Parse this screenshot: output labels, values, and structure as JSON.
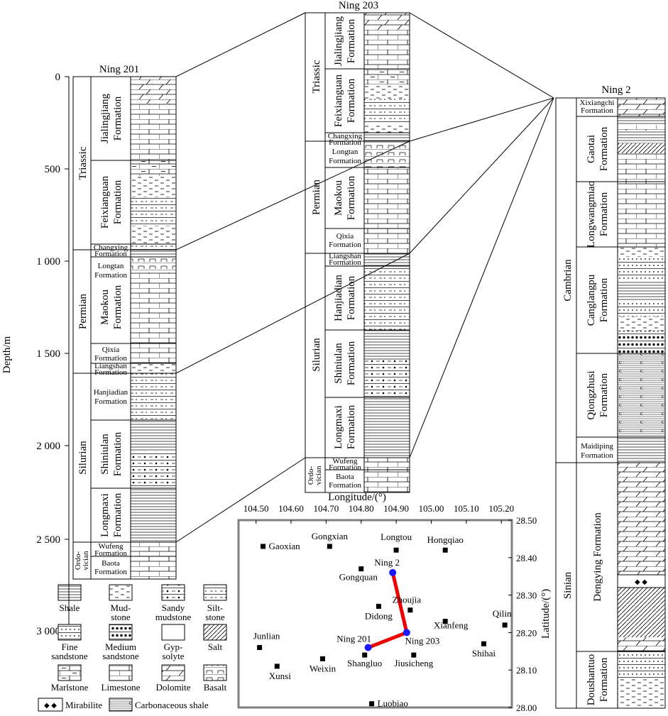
{
  "depth_axis": {
    "label": "Depth/m",
    "ticks": [
      {
        "depth": 0,
        "label": "0"
      },
      {
        "depth": 500,
        "label": "500"
      },
      {
        "depth": 1000,
        "label": "1 000"
      },
      {
        "depth": 1500,
        "label": "1 500"
      },
      {
        "depth": 2000,
        "label": "2 000"
      },
      {
        "depth": 2500,
        "label": "2 500"
      },
      {
        "depth": 3000,
        "label": "3 000"
      }
    ]
  },
  "wells": {
    "ning201": {
      "name": "Ning 201"
    },
    "ning203": {
      "name": "Ning 203"
    },
    "ning2": {
      "name": "Ning 2"
    }
  },
  "systems": {
    "triassic": "Triassic",
    "permian": "Permian",
    "silurian": "Silurian",
    "ordovician": [
      "Ordo-",
      "vician"
    ],
    "cambrian": "Cambrian",
    "sinian": "Sinian"
  },
  "formations": {
    "jialingjiang": [
      "Jialingjiang",
      "Formation"
    ],
    "feixianguan": [
      "Feixianguan",
      "Formation"
    ],
    "changxing": [
      "Changxing",
      "Formation"
    ],
    "longtan": [
      "Longtan",
      "Formation"
    ],
    "maokou": [
      "Maokou",
      "Formation"
    ],
    "qixia": [
      "Qixia",
      "Formation"
    ],
    "liangshan": [
      "Liangshan",
      "Formation"
    ],
    "hanjiadian": [
      "Hanjiadian",
      "Formation"
    ],
    "shiniulan": [
      "Shiniulan",
      "Formation"
    ],
    "longmaxi": [
      "Longmaxi",
      "Formation"
    ],
    "wufeng": [
      "Wufeng",
      "Formation"
    ],
    "baota": [
      "Baota",
      "Formation"
    ],
    "xixiangchi": [
      "Xixiangchi",
      "Formation"
    ],
    "gaotai": [
      "Gaotai",
      "Formation"
    ],
    "longwangmiao": [
      "Longwangmiao",
      "Formation"
    ],
    "canglangpu": [
      "Canglangpu",
      "Formation"
    ],
    "qiongzhusi": [
      "Qiongzhusi",
      "Formation"
    ],
    "maidiping": [
      "Maidiping",
      "Formation"
    ],
    "dengying": "Dengying Formation",
    "doushantuo": [
      "Doushantuo",
      "Formation"
    ]
  },
  "legend": {
    "shale": [
      "Shale"
    ],
    "mudstone": [
      "Mud-",
      "stone"
    ],
    "sandy_mudstone": [
      "Sandy",
      "mudstone"
    ],
    "siltstone": [
      "Silt-",
      "stone"
    ],
    "fine_sandstone": [
      "Fine",
      "sandstone"
    ],
    "medium_sandstone": [
      "Medium",
      "sandstone"
    ],
    "gypsolyte": [
      "Gyp-",
      "solyte"
    ],
    "salt": [
      "Salt"
    ],
    "marlstone": [
      "Marlstone"
    ],
    "limestone": [
      "Limestone"
    ],
    "dolomite": [
      "Dolomite"
    ],
    "basalt": [
      "Basalt"
    ],
    "mirabilite": "Mirabilite",
    "carbonaceous_shale": "Carbonaceous shale"
  },
  "map": {
    "x_axis_label": "Longitude/(°)",
    "y_axis_label": "Latitude/(°)",
    "lon_ticks": [
      "104.50",
      "104.60",
      "104.70",
      "104.80",
      "104.90",
      "105.00",
      "105.10",
      "105.20"
    ],
    "lat_ticks": [
      "28.50",
      "28.40",
      "28.30",
      "28.20",
      "28.10",
      "28.00"
    ],
    "towns": [
      {
        "name": "Gaoxian",
        "lon": 104.52,
        "lat": 28.43
      },
      {
        "name": "Gongxian",
        "lon": 104.71,
        "lat": 28.43
      },
      {
        "name": "Longtou",
        "lon": 104.9,
        "lat": 28.42
      },
      {
        "name": "Hongqiao",
        "lon": 105.04,
        "lat": 28.42
      },
      {
        "name": "Gongquan",
        "lon": 104.8,
        "lat": 28.37
      },
      {
        "name": "Didong",
        "lon": 104.85,
        "lat": 28.27
      },
      {
        "name": "Zhoujia",
        "lon": 104.94,
        "lat": 28.26
      },
      {
        "name": "Xianfeng",
        "lon": 105.04,
        "lat": 28.23
      },
      {
        "name": "Qilin",
        "lon": 105.21,
        "lat": 28.22
      },
      {
        "name": "Junlian",
        "lon": 104.51,
        "lat": 28.16
      },
      {
        "name": "Shihai",
        "lon": 105.15,
        "lat": 28.17
      },
      {
        "name": "Shangluo",
        "lon": 104.81,
        "lat": 28.14
      },
      {
        "name": "Jiusicheng",
        "lon": 104.95,
        "lat": 28.14
      },
      {
        "name": "Weixin",
        "lon": 104.69,
        "lat": 28.13
      },
      {
        "name": "Xunsi",
        "lon": 104.56,
        "lat": 28.11
      },
      {
        "name": "Luobiao",
        "lon": 104.83,
        "lat": 28.01
      }
    ],
    "wells": [
      {
        "name": "Ning 2",
        "lon": 104.89,
        "lat": 28.36
      },
      {
        "name": "Ning 203",
        "lon": 104.93,
        "lat": 28.2
      },
      {
        "name": "Ning 201",
        "lon": 104.82,
        "lat": 28.16
      }
    ],
    "colors": {
      "well_dot": "#1a1aff",
      "well_line": "#ee0000"
    }
  }
}
